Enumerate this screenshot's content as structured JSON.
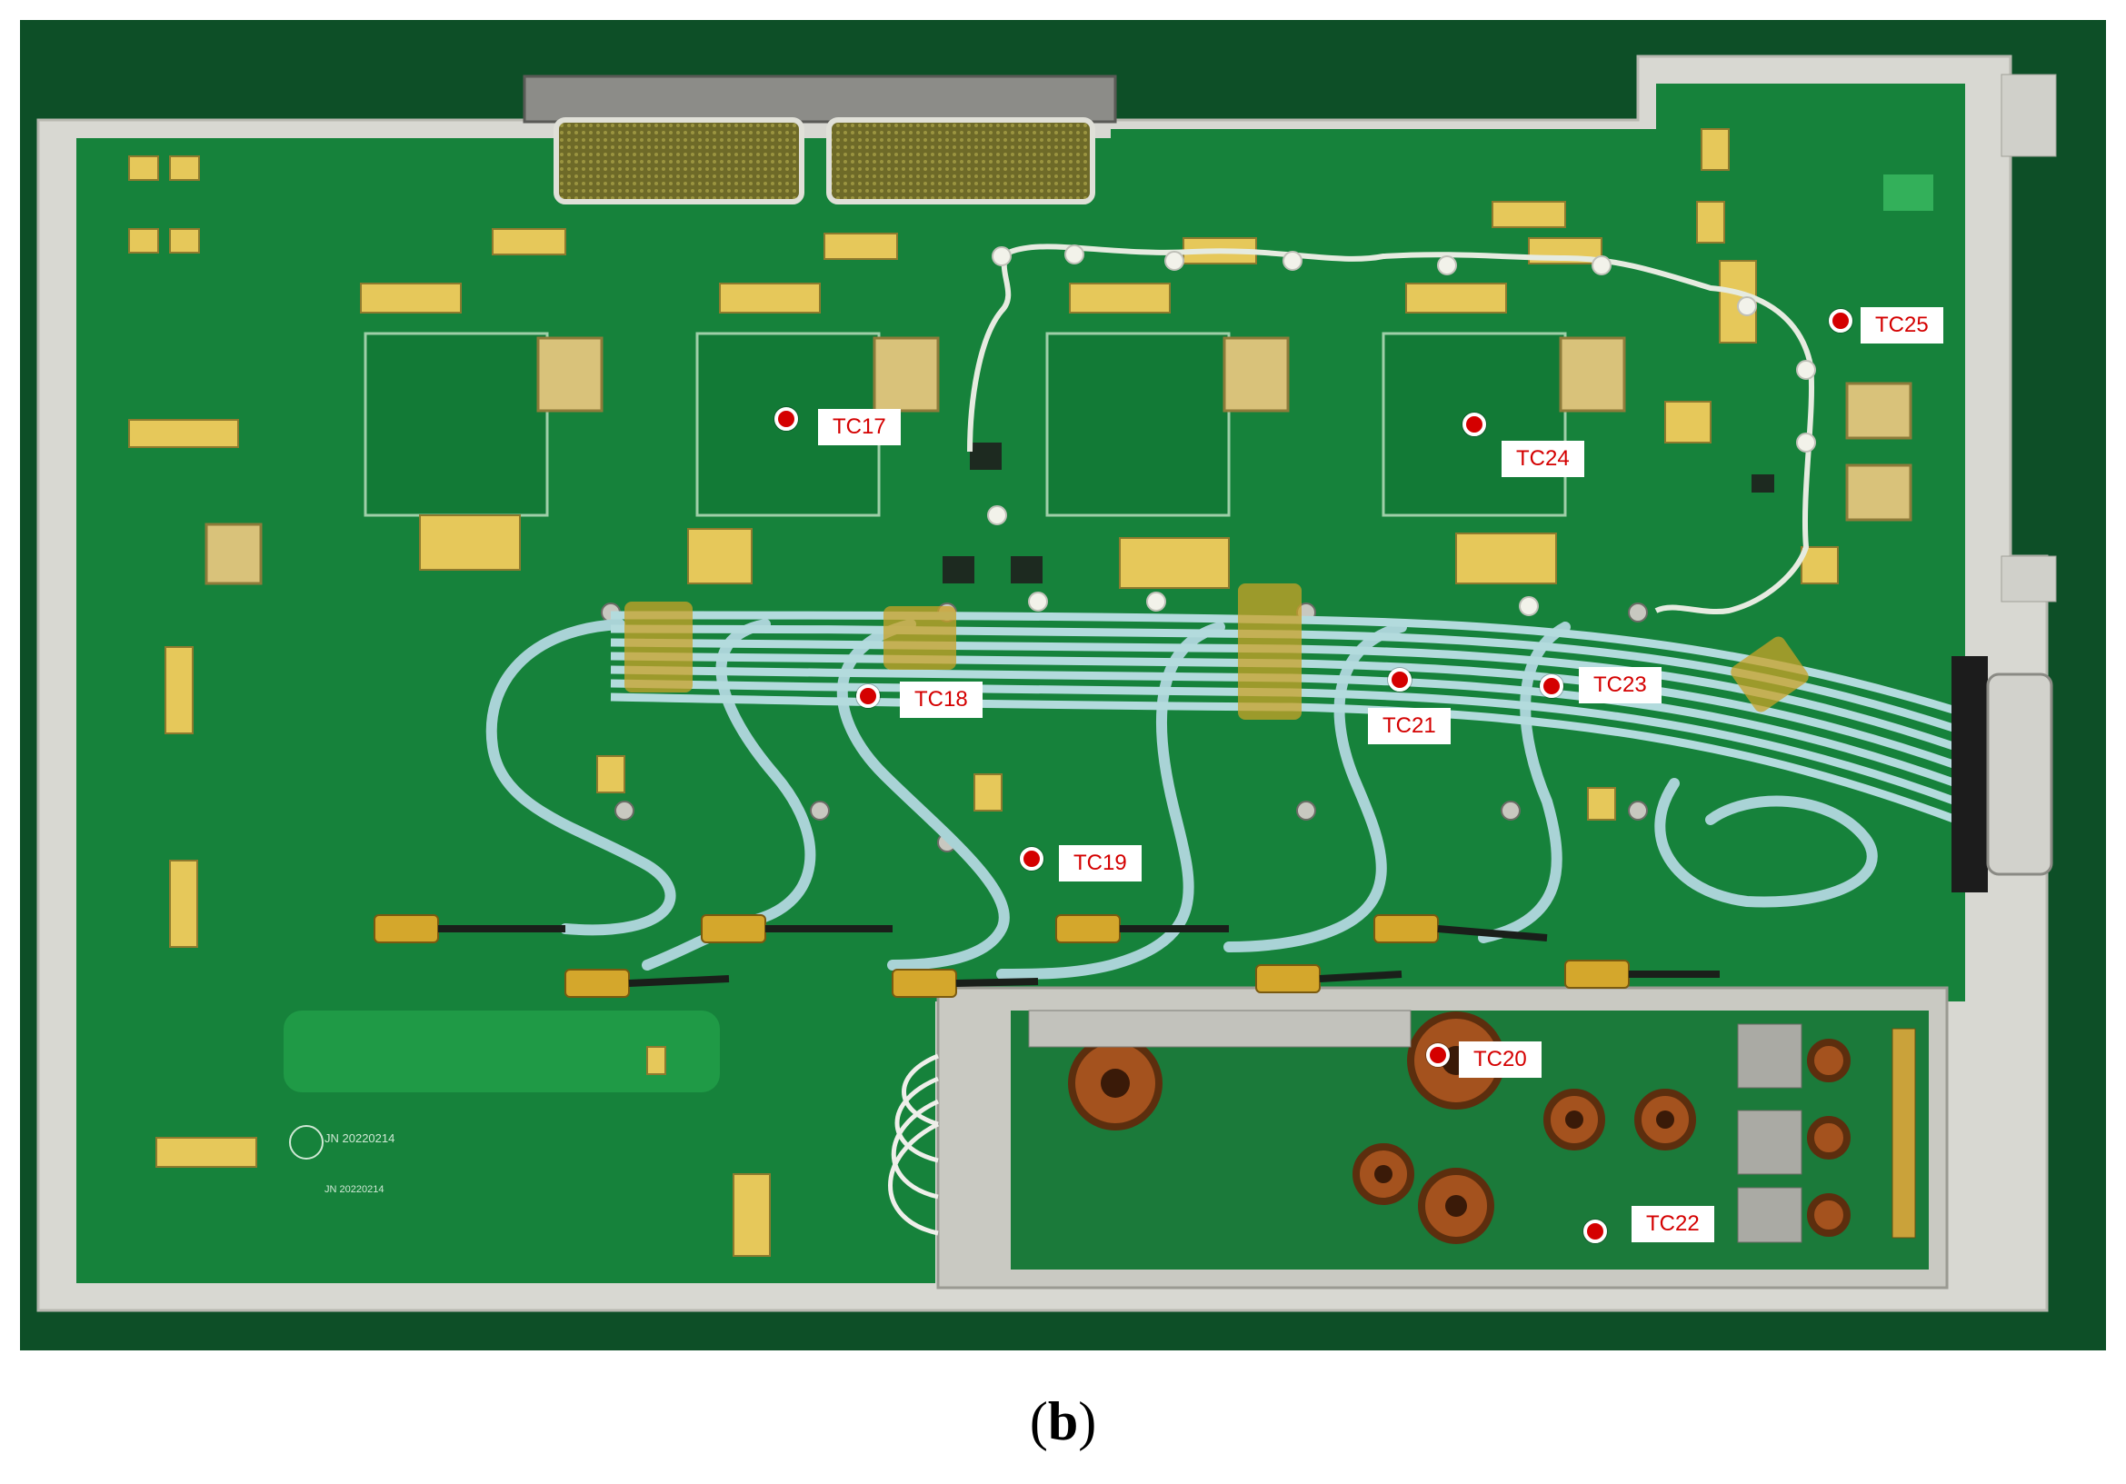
{
  "figure": {
    "caption_open": "(",
    "caption_letter": "b",
    "caption_close": ")"
  },
  "colors": {
    "pcb_green": "#14823a",
    "marker_red": "#d40000",
    "chassis": "#d9d9d4",
    "cable": "#a9d3d6"
  },
  "markers": [
    {
      "label": "TC17"
    },
    {
      "label": "TC18"
    },
    {
      "label": "TC19"
    },
    {
      "label": "TC20"
    },
    {
      "label": "TC21"
    },
    {
      "label": "TC22"
    },
    {
      "label": "TC23"
    },
    {
      "label": "TC24"
    },
    {
      "label": "TC25"
    }
  ],
  "board_marking": {
    "line1": "JN 20220214",
    "line2": "JN 20220214"
  }
}
